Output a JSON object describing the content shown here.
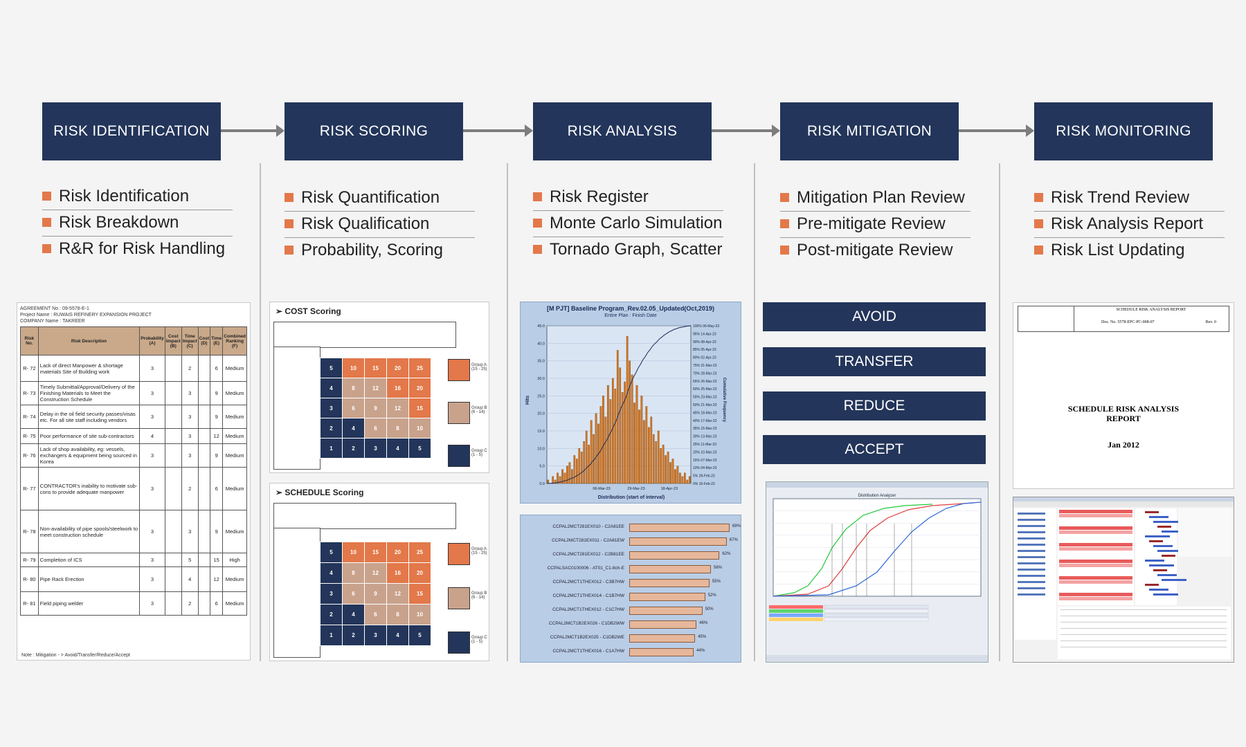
{
  "stages": [
    {
      "title": "RISK IDENTIFICATION",
      "items": [
        "Risk Identification",
        "Risk Breakdown",
        "R&R for Risk Handling"
      ]
    },
    {
      "title": "RISK SCORING",
      "items": [
        "Risk Quantification",
        "Risk Qualification",
        "Probability, Scoring"
      ]
    },
    {
      "title": "RISK ANALYSIS",
      "items": [
        "Risk Register",
        "Monte Carlo Simulation",
        "Tornado Graph, Scatter"
      ]
    },
    {
      "title": "RISK MITIGATION",
      "items": [
        "Mitigation Plan Review",
        "Pre-mitigate Review",
        "Post-mitigate Review"
      ]
    },
    {
      "title": "RISK MONITORING",
      "items": [
        "Risk Trend Review",
        "Risk Analysis Report",
        "Risk List Updating"
      ]
    }
  ],
  "register": {
    "header_lines": [
      "AGREEMENT No : 09-5578-E-1",
      "Project Name : RUWAIS REFINERY EXPANSION PROJECT",
      "COMPANY Name : TAKREER"
    ],
    "columns": [
      "Risk No.",
      "Risk Description",
      "Probability (A)",
      "Cost Impact (B)",
      "Time Impact (C)",
      "Cost (D)",
      "Time (E)",
      "Combined Ranking (F)"
    ],
    "rows": [
      [
        "R- 72",
        "Lack of direct Manpower & shortage materials  Site of Building work",
        "3",
        "",
        "2",
        "",
        "6",
        "Medium"
      ],
      [
        "R- 73",
        "Timely Submittal/Approval/Delivery of the Finishing Materials to Meet the Construction Schedule",
        "3",
        "",
        "3",
        "",
        "9",
        "Medium"
      ],
      [
        "R- 74",
        "Delay in the oil field security passes/visas etc. For all site staff including vendors",
        "3",
        "",
        "3",
        "",
        "9",
        "Medium"
      ],
      [
        "R- 75",
        "Poor performance of site sub-contractors",
        "4",
        "",
        "3",
        "",
        "12",
        "Medium"
      ],
      [
        "R- 76",
        "Lack of shop availability, eg: vessels, exchangers & equipment being sourced in Korea",
        "3",
        "",
        "3",
        "",
        "9",
        "Medium"
      ],
      [
        "R- 77",
        "CONTRACTOR's inability to motivate sub-cons to provide adequate manpower",
        "3",
        "",
        "2",
        "",
        "6",
        "Medium"
      ],
      [
        "R- 78",
        "Non-availability of pipe spools/steelwork to meet construction schedule",
        "3",
        "",
        "3",
        "",
        "9",
        "Medium"
      ],
      [
        "R- 79",
        "Completion of ICS",
        "3",
        "",
        "5",
        "",
        "15",
        "High"
      ],
      [
        "R- 80",
        "Pipe Rack Erection",
        "3",
        "",
        "4",
        "",
        "12",
        "Medium"
      ],
      [
        "R- 81",
        "Field piping welder",
        "3",
        "",
        "2",
        "",
        "6",
        "Medium"
      ]
    ],
    "note": "Note : Mitigation - > Avoid/Transfer/Reduce/Accept"
  },
  "scoring": {
    "cost_title": "COST Scoring",
    "schedule_title": "SCHEDULE Scoring",
    "matrix": [
      [
        5,
        10,
        15,
        20,
        25
      ],
      [
        4,
        8,
        12,
        16,
        20
      ],
      [
        3,
        6,
        9,
        12,
        15
      ],
      [
        2,
        4,
        6,
        8,
        10
      ],
      [
        1,
        2,
        3,
        4,
        5
      ]
    ],
    "levels": [
      [
        0,
        0,
        1,
        1,
        1
      ],
      [
        0,
        0,
        1,
        1,
        1
      ],
      [
        0,
        0,
        0,
        1,
        1
      ],
      [
        0,
        0,
        0,
        0,
        0
      ],
      [
        0,
        0,
        0,
        0,
        0
      ]
    ],
    "groups": [
      "Group A (15 - 25)",
      "Group B (6 - 14)",
      "Group C (1 - 5)"
    ],
    "colors": {
      "navy": "#23355a",
      "tan": "#c9a28c",
      "orange": "#e3784a"
    }
  },
  "histogram": {
    "title": "[M PJT]  Baseline Program_Rev.02.05_Updated(Oct,2019)",
    "subtitle": "Entire Plan : Finish Date",
    "xlabel": "Distribution (start of interval)",
    "ylabel": "Hits",
    "y2label": "Cumulative Frequency",
    "x_ticks": [
      "06-Mar-23",
      "29-Mar-23",
      "18-Apr-23"
    ],
    "percent_labels": [
      "100% 06-May-23",
      "95% 14-Apr-23",
      "90% 08-Apr-23",
      "85% 05-Apr-23",
      "80% 02-Apr-23",
      "75% 31-Mar-23",
      "70% 28-Mar-23",
      "65% 26-Mar-23",
      "60% 25-Mar-23",
      "55% 23-Mar-23",
      "50% 21-Mar-23",
      "45% 18-Mar-23",
      "40% 17-Mar-23",
      "35% 15-Mar-23",
      "30% 13-Mar-23",
      "25% 11-Mar-23",
      "20% 10-Mar-23",
      "15% 07-Mar-23",
      "10% 04-Mar-23",
      "5% 28-Feb-23",
      "0% 16-Feb-23"
    ],
    "y_ticks": [
      "45.0",
      "40.0",
      "35.0",
      "30.0",
      "25.0",
      "20.0",
      "15.0",
      "10.0",
      "5.0",
      "0.0"
    ],
    "chart_data": {
      "type": "bar",
      "values": [
        1,
        0,
        2,
        1,
        3,
        2,
        4,
        3,
        5,
        6,
        4,
        8,
        7,
        10,
        9,
        12,
        15,
        11,
        18,
        14,
        20,
        17,
        22,
        25,
        19,
        28,
        24,
        30,
        27,
        38,
        33,
        26,
        29,
        42,
        35,
        31,
        23,
        28,
        21,
        25,
        18,
        22,
        16,
        19,
        14,
        12,
        15,
        10,
        11,
        8,
        9,
        6,
        7,
        4,
        5,
        3,
        2,
        3,
        1,
        2
      ],
      "ylim": [
        0,
        45
      ]
    }
  },
  "tornado": {
    "labels": [
      "CCPAL2MCT281EX010 - C2A81EE",
      "CCPAL2MCT281EX011 - C2A81EW",
      "CCPAL2MCT281EX012 - C2B81EE",
      "CCPALSAC0100006 - AT01_C1-8ch-E",
      "CCPAL2MCT1THEX012 - C3B7HW",
      "CCPAL2MCT1THEX014 - C1B7HW",
      "CCPAL2MCT1THEX012 - C1C7HW",
      "CCPAL2MCT1B2EX026 - C1DB2WW",
      "CCPAL2MCT1B2EX025 - C1DB2WE",
      "CCPAL2MCT1THEX016 - C1A7HW"
    ],
    "values": [
      69,
      67,
      62,
      56,
      55,
      52,
      50,
      46,
      45,
      44
    ],
    "value_labels": [
      "69%",
      "67%",
      "62%",
      "56%",
      "55%",
      "52%",
      "50%",
      "46%",
      "45%",
      "44%"
    ]
  },
  "actions": [
    "AVOID",
    "TRANSFER",
    "REDUCE",
    "ACCEPT"
  ],
  "mitigation_chart": {
    "title": "Distribution Analyzer"
  },
  "report": {
    "header_title": "SCHEDULE RISK ANALYSIS REPORT",
    "doc_no": "Doc. No. 5578-EPC-PC-008-07",
    "rev": "Rev. 0",
    "cover_title_1": "SCHEDULE  RISK ANALYSIS",
    "cover_title_2": "REPORT",
    "date": "Jan 2012"
  }
}
